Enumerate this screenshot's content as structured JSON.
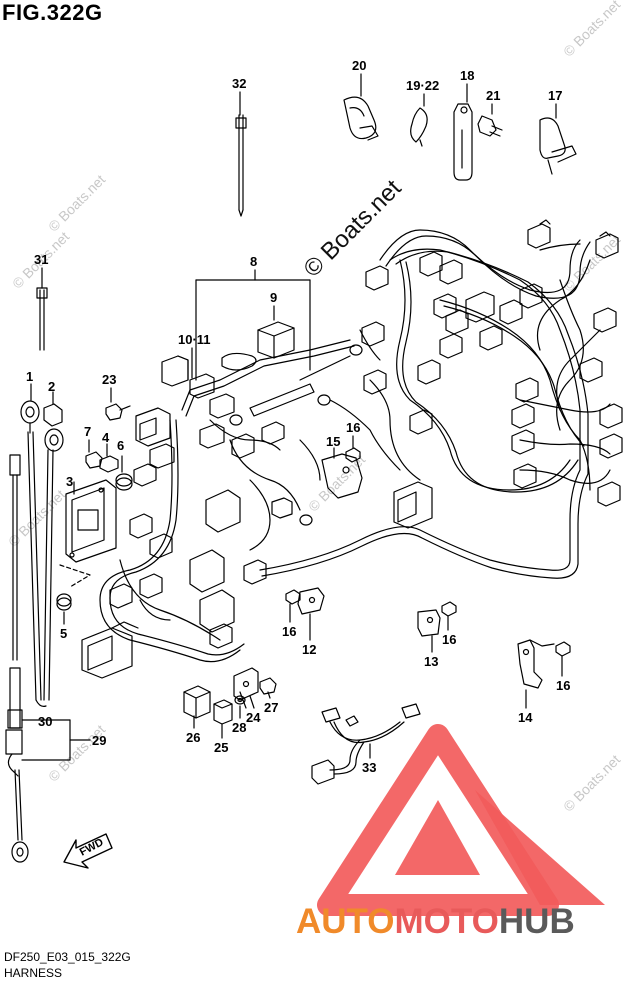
{
  "figure": {
    "title": "FIG.322G",
    "code": "DF250_E03_015_322G",
    "name": "HARNESS"
  },
  "watermarks": {
    "small": "© Boats.net",
    "large": "© Boats.net"
  },
  "fwd_label": "FWD",
  "brand": {
    "part_a": "AUTO",
    "part_b": "MOTO",
    "part_c": "HUB"
  },
  "callouts": [
    {
      "id": "c1",
      "label": "1"
    },
    {
      "id": "c2",
      "label": "2"
    },
    {
      "id": "c3",
      "label": "3"
    },
    {
      "id": "c4",
      "label": "4"
    },
    {
      "id": "c5",
      "label": "5"
    },
    {
      "id": "c6",
      "label": "6"
    },
    {
      "id": "c7",
      "label": "7"
    },
    {
      "id": "c8",
      "label": "8"
    },
    {
      "id": "c9",
      "label": "9"
    },
    {
      "id": "c10",
      "label": "10·11"
    },
    {
      "id": "c12",
      "label": "12"
    },
    {
      "id": "c13",
      "label": "13"
    },
    {
      "id": "c14",
      "label": "14"
    },
    {
      "id": "c15",
      "label": "15"
    },
    {
      "id": "c16a",
      "label": "16"
    },
    {
      "id": "c16b",
      "label": "16"
    },
    {
      "id": "c16c",
      "label": "16"
    },
    {
      "id": "c16d",
      "label": "16"
    },
    {
      "id": "c17",
      "label": "17"
    },
    {
      "id": "c18",
      "label": "18"
    },
    {
      "id": "c19",
      "label": "19·22"
    },
    {
      "id": "c20",
      "label": "20"
    },
    {
      "id": "c21",
      "label": "21"
    },
    {
      "id": "c23",
      "label": "23"
    },
    {
      "id": "c24",
      "label": "24"
    },
    {
      "id": "c25",
      "label": "25"
    },
    {
      "id": "c26",
      "label": "26"
    },
    {
      "id": "c27",
      "label": "27"
    },
    {
      "id": "c28",
      "label": "28"
    },
    {
      "id": "c29",
      "label": "29"
    },
    {
      "id": "c30",
      "label": "30"
    },
    {
      "id": "c31",
      "label": "31"
    },
    {
      "id": "c32",
      "label": "32"
    },
    {
      "id": "c33",
      "label": "33"
    }
  ],
  "colors": {
    "line": "#000000",
    "logo_red": "#f25b5b",
    "logo_orange": "#f08a2a",
    "logo_gray": "#5a5a5a",
    "watermark": "#c8c8c8"
  }
}
